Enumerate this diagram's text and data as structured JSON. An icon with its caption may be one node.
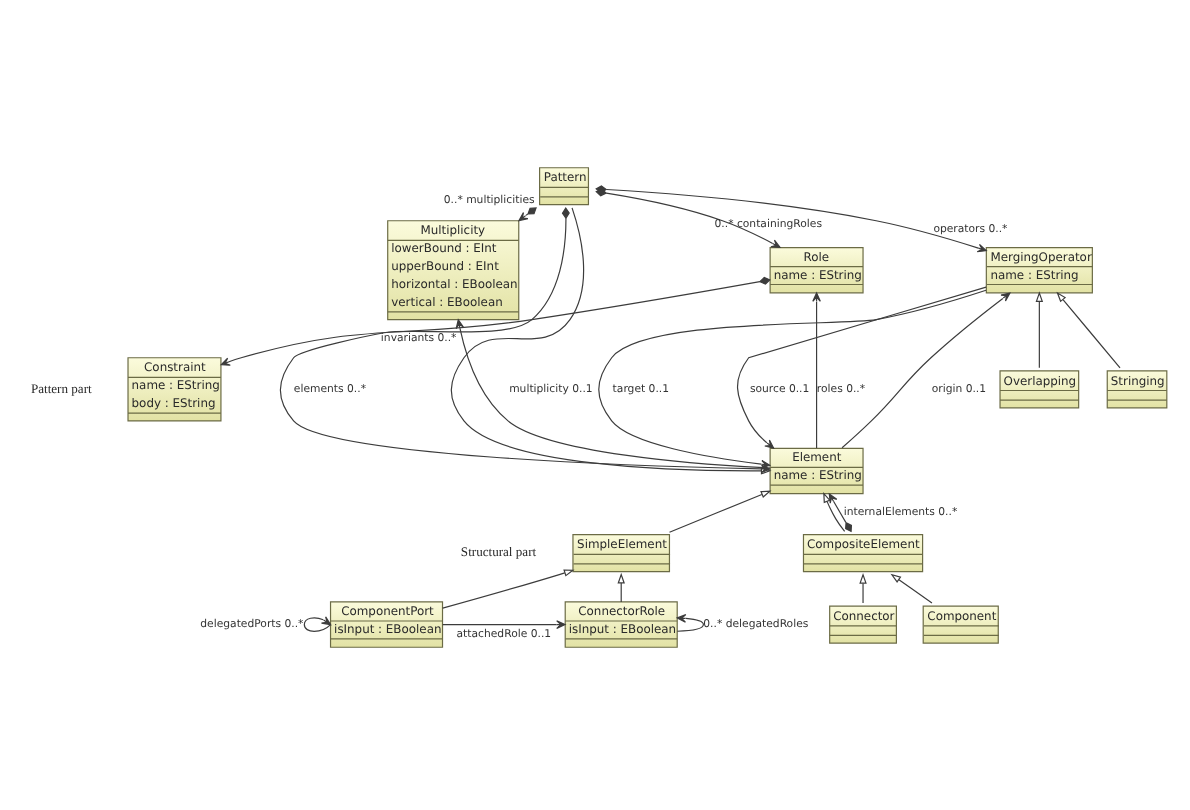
{
  "diagram": {
    "nodes": [
      {
        "text": [
          "Pattern"
        ]
      },
      {
        "text": [
          "MergingOperator",
          "name : EString"
        ]
      },
      {
        "text": [
          "Multiplicity",
          "lowerBound : EInt",
          "upperBound : EInt",
          "horizontal : EBoolean",
          "vertical : EBoolean"
        ]
      },
      {
        "text": [
          "Role",
          "name : EString"
        ]
      },
      {
        "text": [
          "Overlapping"
        ]
      },
      {
        "text": [
          "Stringing"
        ]
      },
      {
        "text": [
          "Constraint",
          "name : EString",
          "body : EString"
        ]
      },
      {
        "text": [
          "Element",
          "name : EString"
        ]
      },
      {
        "text": [
          "SimpleElement"
        ]
      },
      {
        "text": [
          "CompositeElement"
        ]
      },
      {
        "text": [
          "ComponentPort",
          "isInput : EBoolean"
        ]
      },
      {
        "text": [
          "ConnectorRole",
          "isInput : EBoolean"
        ]
      },
      {
        "text": [
          "Connector"
        ]
      },
      {
        "text": [
          "Component"
        ]
      }
    ],
    "edges": [
      {
        "from": 0,
        "to": 1,
        "arrow": "to",
        "label": "operators 0..*"
      },
      {
        "from": 0,
        "to": 2,
        "arrow": "to",
        "label": "0..* multiplicities"
      },
      {
        "from": 0,
        "to": 3,
        "arrow": "to",
        "label": "0..* containingRoles"
      },
      {
        "from": 0,
        "to": 7,
        "arrow": "to",
        "label": "elements 0..*"
      },
      {
        "from": 3,
        "to": 6,
        "arrow": "to",
        "label": "invariants 0..*"
      },
      {
        "from": 7,
        "to": 1,
        "arrow": "to",
        "label": "origin 0..1"
      },
      {
        "from": 7,
        "to": 2,
        "arrow": "to",
        "label": "multiplicity 0..1"
      },
      {
        "from": 7,
        "to": 3,
        "arrow": "to",
        "label": "roles 0..*"
      },
      {
        "from": 1,
        "to": 7,
        "arrow": "to",
        "label": "target 0..1"
      },
      {
        "from": 1,
        "to": 7,
        "arrow": "to",
        "label": "source 0..1"
      },
      {
        "from": 9,
        "to": 7,
        "arrow": "to",
        "label": "internalElements 0..*"
      },
      {
        "from": 10,
        "to": 10,
        "arrow": "to",
        "label": "delegatedPorts 0..*"
      },
      {
        "from": 10,
        "to": 11,
        "arrow": "to",
        "label": "attachedRole 0..1"
      },
      {
        "from": 11,
        "to": 11,
        "arrow": "to",
        "label": "0..* delegatedRoles"
      },
      {
        "from": 4,
        "to": 1,
        "arrow": "to"
      },
      {
        "from": 5,
        "to": 1,
        "arrow": "to"
      },
      {
        "from": 8,
        "to": 7,
        "arrow": "to"
      },
      {
        "from": 9,
        "to": 7,
        "arrow": "to"
      },
      {
        "from": 0,
        "to": 7,
        "arrow": "to"
      },
      {
        "from": 10,
        "to": 8,
        "arrow": "to"
      },
      {
        "from": 11,
        "to": 8,
        "arrow": "to"
      },
      {
        "from": 12,
        "to": 9,
        "arrow": "to"
      },
      {
        "from": 13,
        "to": 9,
        "arrow": "to"
      }
    ],
    "labels": [
      "Pattern part",
      "Structural part"
    ]
  }
}
